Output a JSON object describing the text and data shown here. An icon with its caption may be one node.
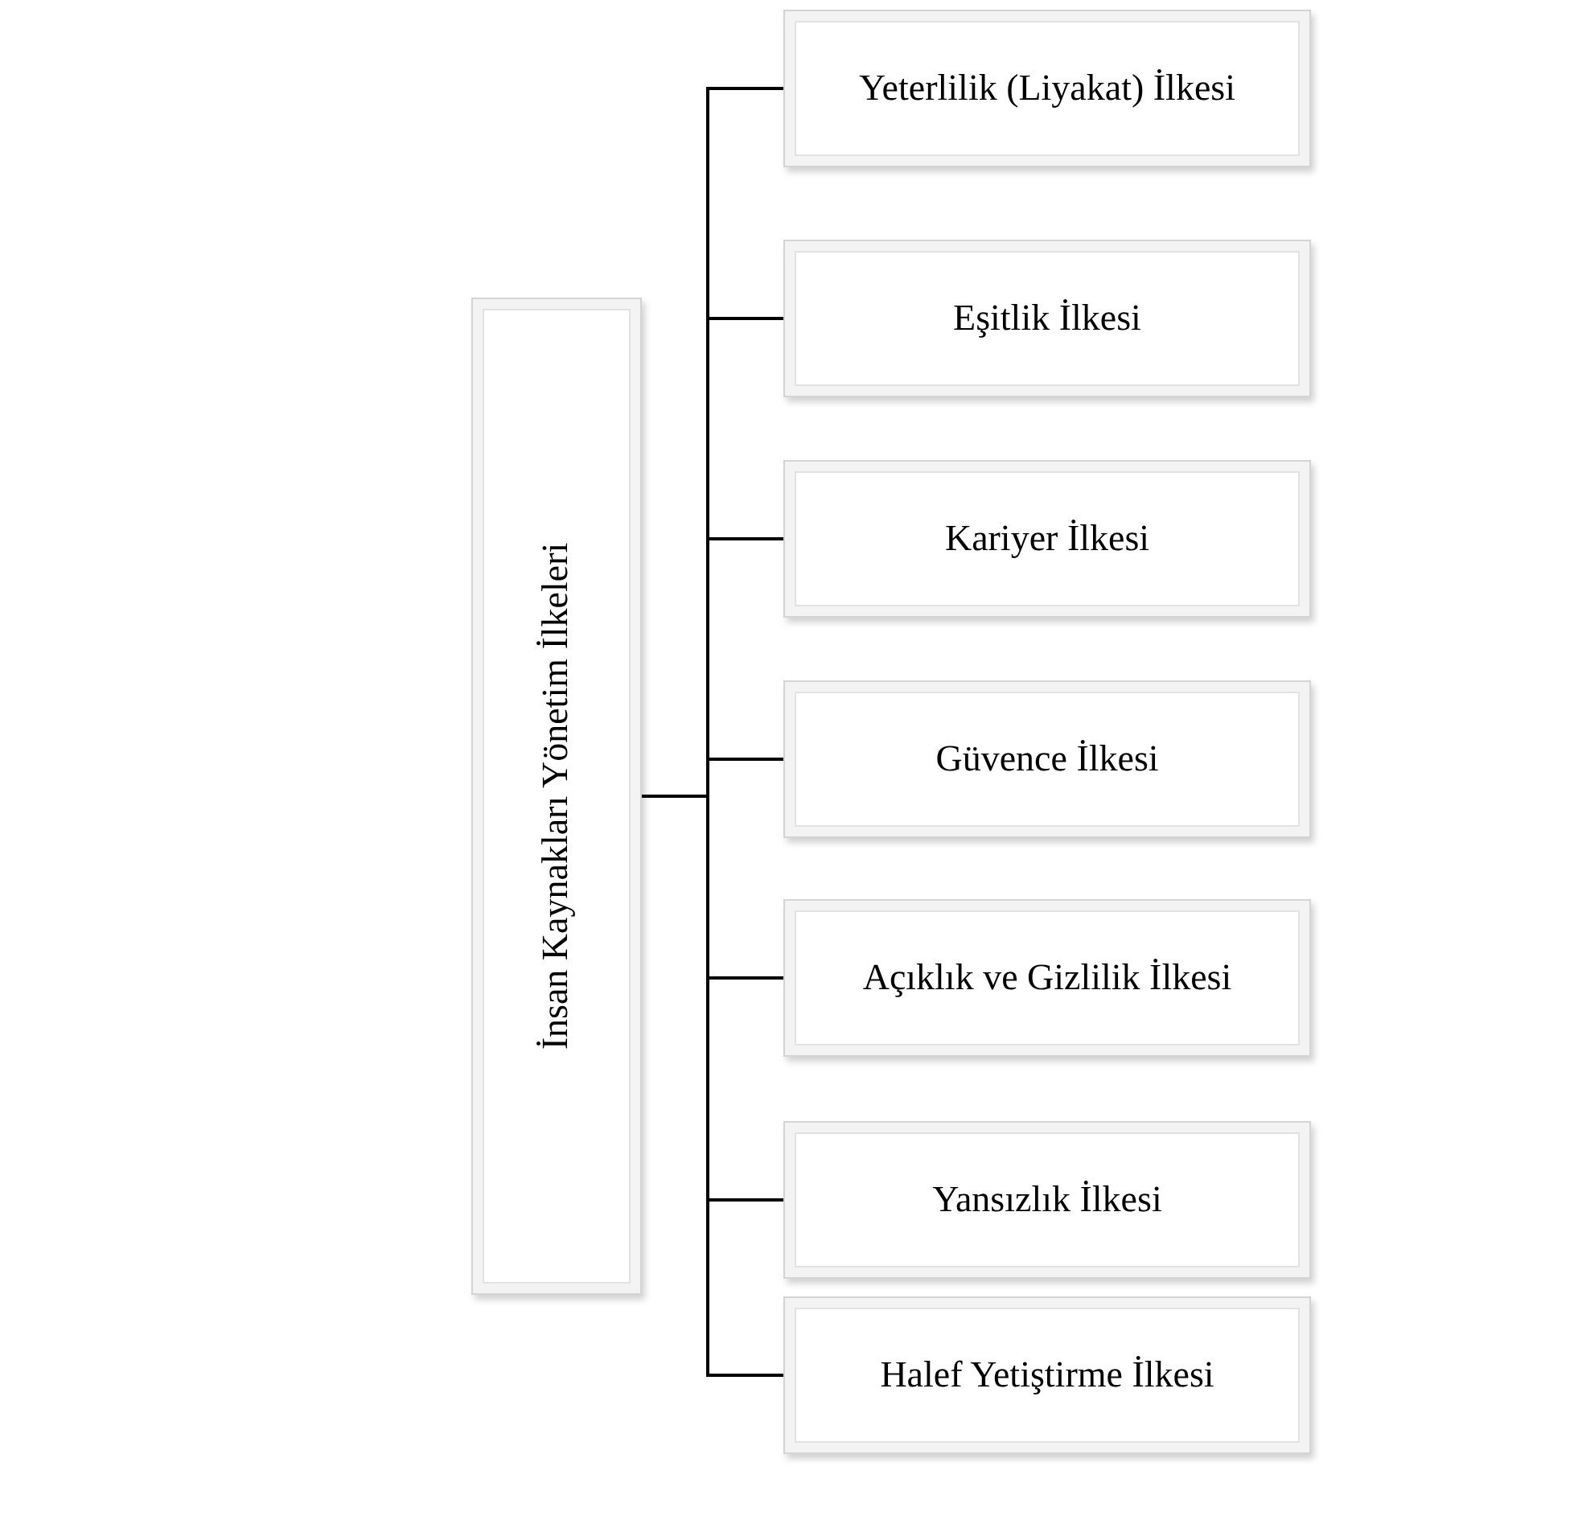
{
  "diagram": {
    "nodes": [
      {
        "text": [
          "İnsan Kaynakları Yönetim İlkeleri"
        ]
      },
      {
        "text": [
          "Yeterlilik (Liyakat) İlkesi"
        ]
      },
      {
        "text": [
          "Eşitlik İlkesi"
        ]
      },
      {
        "text": [
          "Kariyer İlkesi"
        ]
      },
      {
        "text": [
          "Güvence İlkesi"
        ]
      },
      {
        "text": [
          "Açıklık ve Gizlilik İlkesi"
        ]
      },
      {
        "text": [
          "Yansızlık İlkesi"
        ]
      },
      {
        "text": [
          "Halef Yetiştirme İlkesi"
        ]
      }
    ],
    "edges": [
      {
        "from": 0,
        "to": 1,
        "arrow": "none"
      },
      {
        "from": 0,
        "to": 2,
        "arrow": "none"
      },
      {
        "from": 0,
        "to": 3,
        "arrow": "none"
      },
      {
        "from": 0,
        "to": 4,
        "arrow": "none"
      },
      {
        "from": 0,
        "to": 5,
        "arrow": "none"
      },
      {
        "from": 0,
        "to": 6,
        "arrow": "none"
      },
      {
        "from": 0,
        "to": 7,
        "arrow": "none"
      }
    ]
  }
}
